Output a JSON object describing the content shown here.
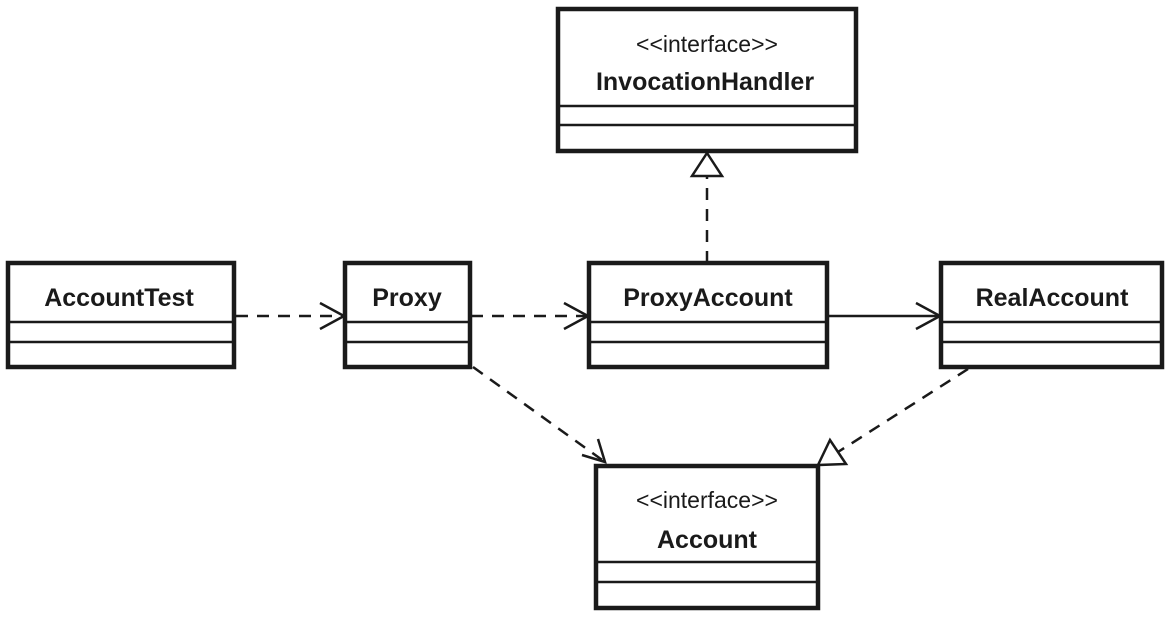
{
  "diagram": {
    "classes": {
      "invocation_handler": {
        "stereotype": "<<interface>>",
        "name": "InvocationHandler"
      },
      "account_test": {
        "name": "AccountTest"
      },
      "proxy": {
        "name": "Proxy"
      },
      "proxy_account": {
        "name": "ProxyAccount"
      },
      "real_account": {
        "name": "RealAccount"
      },
      "account": {
        "stereotype": "<<interface>>",
        "name": "Account"
      }
    },
    "relationships": [
      {
        "from": "AccountTest",
        "to": "Proxy",
        "kind": "dependency"
      },
      {
        "from": "Proxy",
        "to": "ProxyAccount",
        "kind": "dependency"
      },
      {
        "from": "ProxyAccount",
        "to": "RealAccount",
        "kind": "association"
      },
      {
        "from": "ProxyAccount",
        "to": "InvocationHandler",
        "kind": "realization"
      },
      {
        "from": "Proxy",
        "to": "Account",
        "kind": "dependency"
      },
      {
        "from": "RealAccount",
        "to": "Account",
        "kind": "realization"
      }
    ],
    "colors": {
      "stroke": "#1a1a1a",
      "background": "#ffffff"
    }
  }
}
